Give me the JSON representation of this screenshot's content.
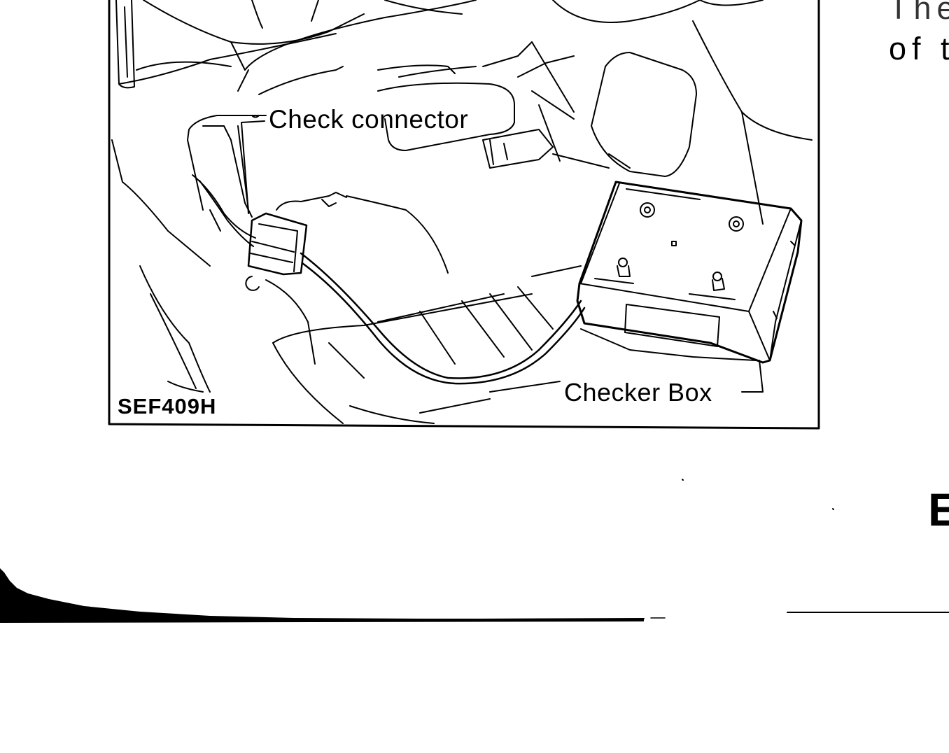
{
  "figure": {
    "code": "SEF409H",
    "callouts": {
      "check_connector": "Check connector",
      "checker_box": "Checker Box"
    }
  },
  "side_text": {
    "line1": "The",
    "line2": "of t"
  },
  "section_heading_fragment": "E"
}
